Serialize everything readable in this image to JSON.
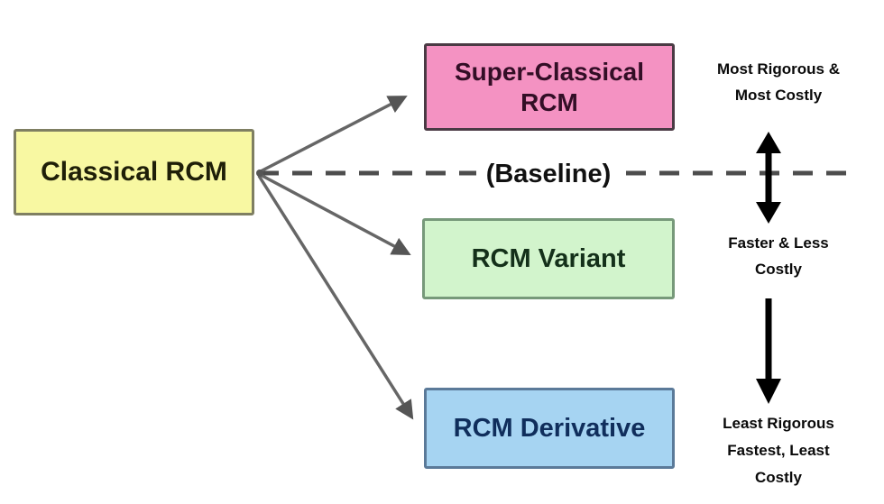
{
  "nodes": {
    "classical": {
      "label": "Classical RCM"
    },
    "super": {
      "line1": "Super-Classical",
      "line2": "RCM"
    },
    "variant": {
      "label": "RCM Variant"
    },
    "derivative": {
      "label": "RCM Derivative"
    }
  },
  "baseline": {
    "label": "(Baseline)"
  },
  "annotations": {
    "most": {
      "line1": "Most Rigorous &",
      "line2": "Most Costly"
    },
    "faster": {
      "line1": "Faster & Less",
      "line2": "Costly"
    },
    "least": {
      "line1": "Least Rigorous",
      "line2": "Fastest, Least",
      "line3": "Costly"
    }
  },
  "colors": {
    "classical_fill": "#F8F8A2",
    "classical_border": "#7F7F62",
    "super_fill": "#F492C2",
    "super_border": "#4A3A44",
    "variant_fill": "#D2F4CC",
    "variant_border": "#77997A",
    "derivative_fill": "#A6D4F2",
    "derivative_border": "#5B7A99",
    "connector_arrow": "#666666",
    "baseline_dash": "#4D4D4D",
    "annotation_arrow": "#000000",
    "background": "#FFFFFF"
  }
}
